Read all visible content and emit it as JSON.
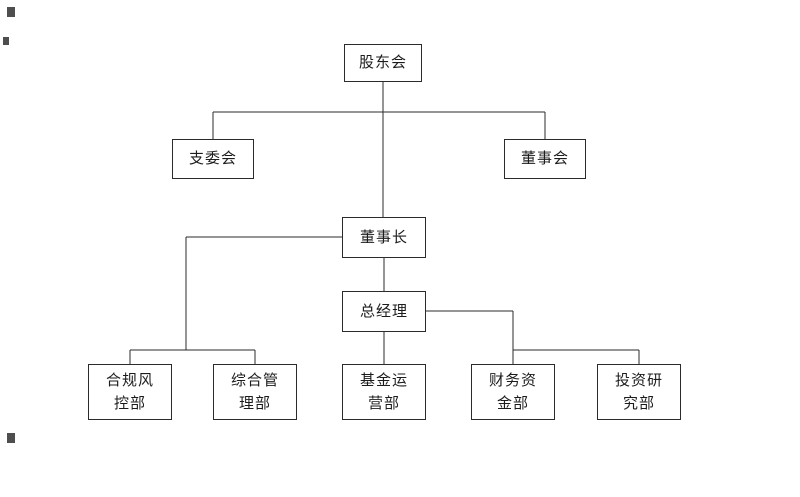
{
  "org_chart": {
    "title": "",
    "line_color": "#2b2b2b",
    "nodes": {
      "shareholders": {
        "label": "股东会"
      },
      "branch_committee": {
        "label": "支委会"
      },
      "board_of_directors": {
        "label": "董事会"
      },
      "chairman": {
        "label": "董事长"
      },
      "general_manager": {
        "label": "总经理"
      },
      "compliance_risk_dept": {
        "label": "合规风控部"
      },
      "general_admin_dept": {
        "label": "综合管理部"
      },
      "fund_operations_dept": {
        "label": "基金运营部"
      },
      "finance_treasury_dept": {
        "label": "财务资金部"
      },
      "investment_research_dept": {
        "label": "投资研究部"
      }
    },
    "edges": [
      {
        "from": "shareholders",
        "to": "branch_committee"
      },
      {
        "from": "shareholders",
        "to": "board_of_directors"
      },
      {
        "from": "shareholders",
        "to": "chairman"
      },
      {
        "from": "chairman",
        "to": "compliance_risk_dept"
      },
      {
        "from": "chairman",
        "to": "general_admin_dept"
      },
      {
        "from": "chairman",
        "to": "general_manager"
      },
      {
        "from": "general_manager",
        "to": "fund_operations_dept"
      },
      {
        "from": "general_manager",
        "to": "finance_treasury_dept"
      },
      {
        "from": "general_manager",
        "to": "investment_research_dept"
      }
    ]
  }
}
